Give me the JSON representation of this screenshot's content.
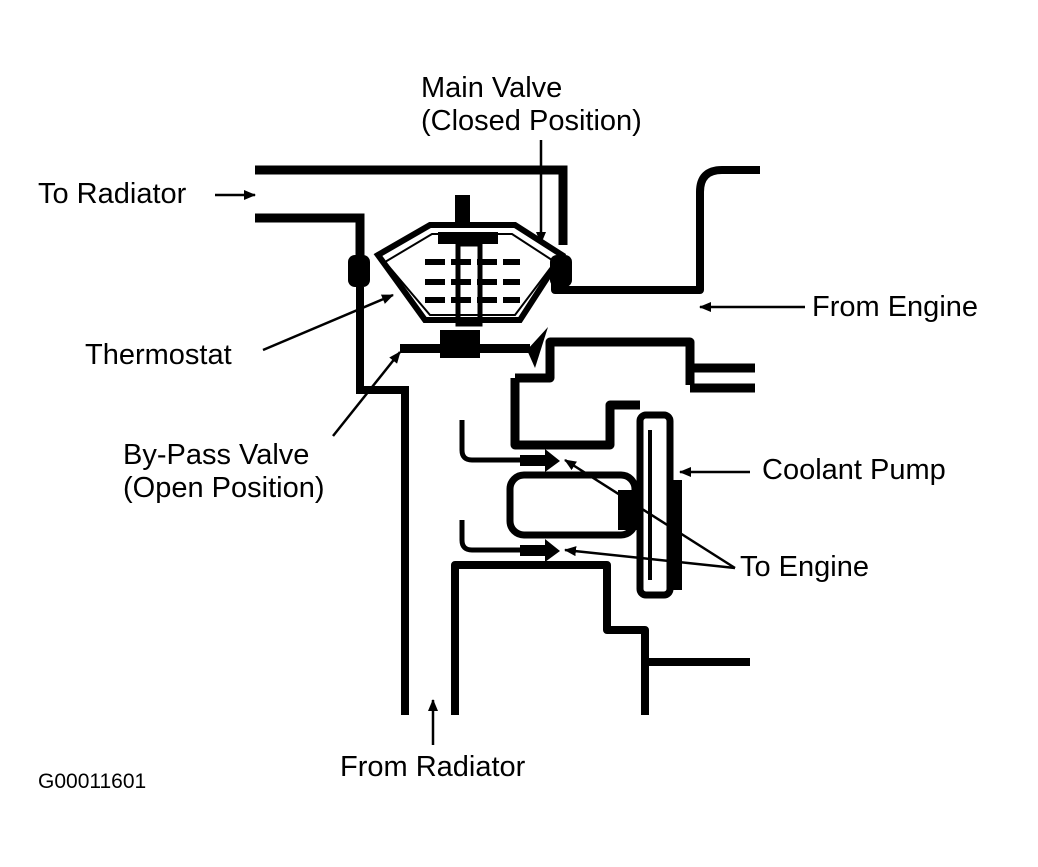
{
  "labels": {
    "main_valve_line1": "Main Valve",
    "main_valve_line2": "(Closed Position)",
    "to_radiator": "To Radiator",
    "from_engine": "From Engine",
    "thermostat": "Thermostat",
    "bypass_valve_line1": "By-Pass Valve",
    "bypass_valve_line2": "(Open Position)",
    "coolant_pump": "Coolant Pump",
    "to_engine": "To Engine",
    "from_radiator": "From Radiator"
  },
  "figure_id": "G00011601",
  "colors": {
    "ink": "#000000",
    "background": "#ffffff"
  }
}
